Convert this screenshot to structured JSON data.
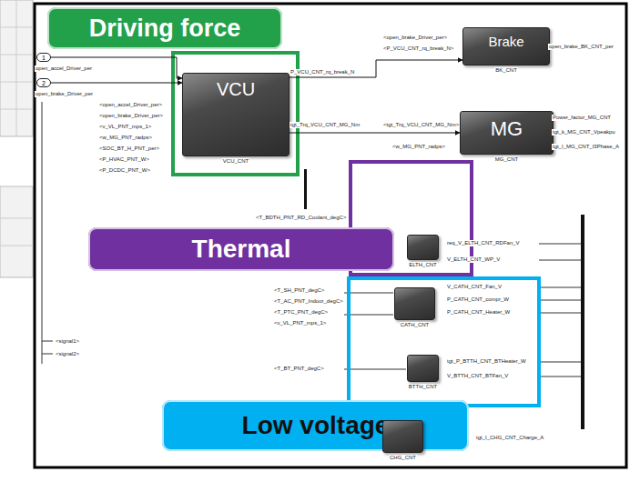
{
  "diagram": {
    "nodes": [
      {
        "text": [
          "Driving force"
        ]
      },
      {
        "text": [
          "1"
        ]
      },
      {
        "text": [
          "2"
        ]
      },
      {
        "text": [
          "Brake",
          "BK_CNT"
        ]
      },
      {
        "text": [
          "VCU",
          "VCU_CNT"
        ]
      },
      {
        "text": [
          "MG",
          "MG_CNT"
        ]
      },
      {
        "text": [
          "ELTH_CNT"
        ]
      },
      {
        "text": [
          "Thermal"
        ]
      },
      {
        "text": [
          "CATH_CNT"
        ]
      },
      {
        "text": [
          "BTTH_CNT"
        ]
      },
      {
        "text": [
          "Low voltage"
        ]
      },
      {
        "text": [
          "CHG_CNT"
        ]
      }
    ],
    "edges": [
      {
        "from": 1,
        "to": 4,
        "arrow": "to"
      },
      {
        "from": 2,
        "to": 4,
        "arrow": "to"
      },
      {
        "from": 4,
        "to": 3,
        "arrow": "to"
      },
      {
        "from": 4,
        "to": 5,
        "arrow": "to"
      }
    ],
    "labels": [
      "open_accel_Driver_per",
      "open_brake_Driver_per",
      "<open_accel_Driver_per>",
      "<open_brake_Driver_per>",
      "<v_VL_PNT_mps_1>",
      "<w_MG_PNT_radps>",
      "<SOC_BT_H_PNT_per>",
      "<P_HVAC_PNT_W>",
      "<P_DCDC_PNT_W>",
      "P_VCU_CNT_rq_break_N",
      "tgt_Trq_VCU_CNT_MG_Nm",
      "<open_brake_Driver_per>",
      "<P_VCU_CNT_rq_break_N>",
      "open_brake_BK_CNT_per",
      "<tgt_Trq_VCU_CNT_MG_Nm>",
      "<w_MG_PNT_radps>",
      "Power_factor_MG_CNT",
      "tgt_k_MG_CNT_Vpeakpu",
      "tgt_I_MG_CNT_I3Phase_A",
      "<T_BDTH_PNT_RD_Coolant_degC>",
      "req_V_ELTH_CNT_RDFan_V",
      "V_ELTH_CNT_WP_V",
      "<T_SH_PNT_degC>",
      "<T_AC_PNT_Indoor_degC>",
      "<T_PTC_PNT_degC>",
      "<v_VL_PNT_mps_1>",
      "V_CATH_CNT_Fan_V",
      "P_CATH_CNT_compr_W",
      "P_CATH_CNT_Heater_W",
      "<signal1>",
      "<signal2>",
      "<T_BT_PNT_degC>",
      "tgt_P_BTTH_CNT_BTHeater_W",
      "V_BTTH_CNT_BTFan_V",
      "tgt_I_CHG_CNT_Charge_A"
    ]
  }
}
